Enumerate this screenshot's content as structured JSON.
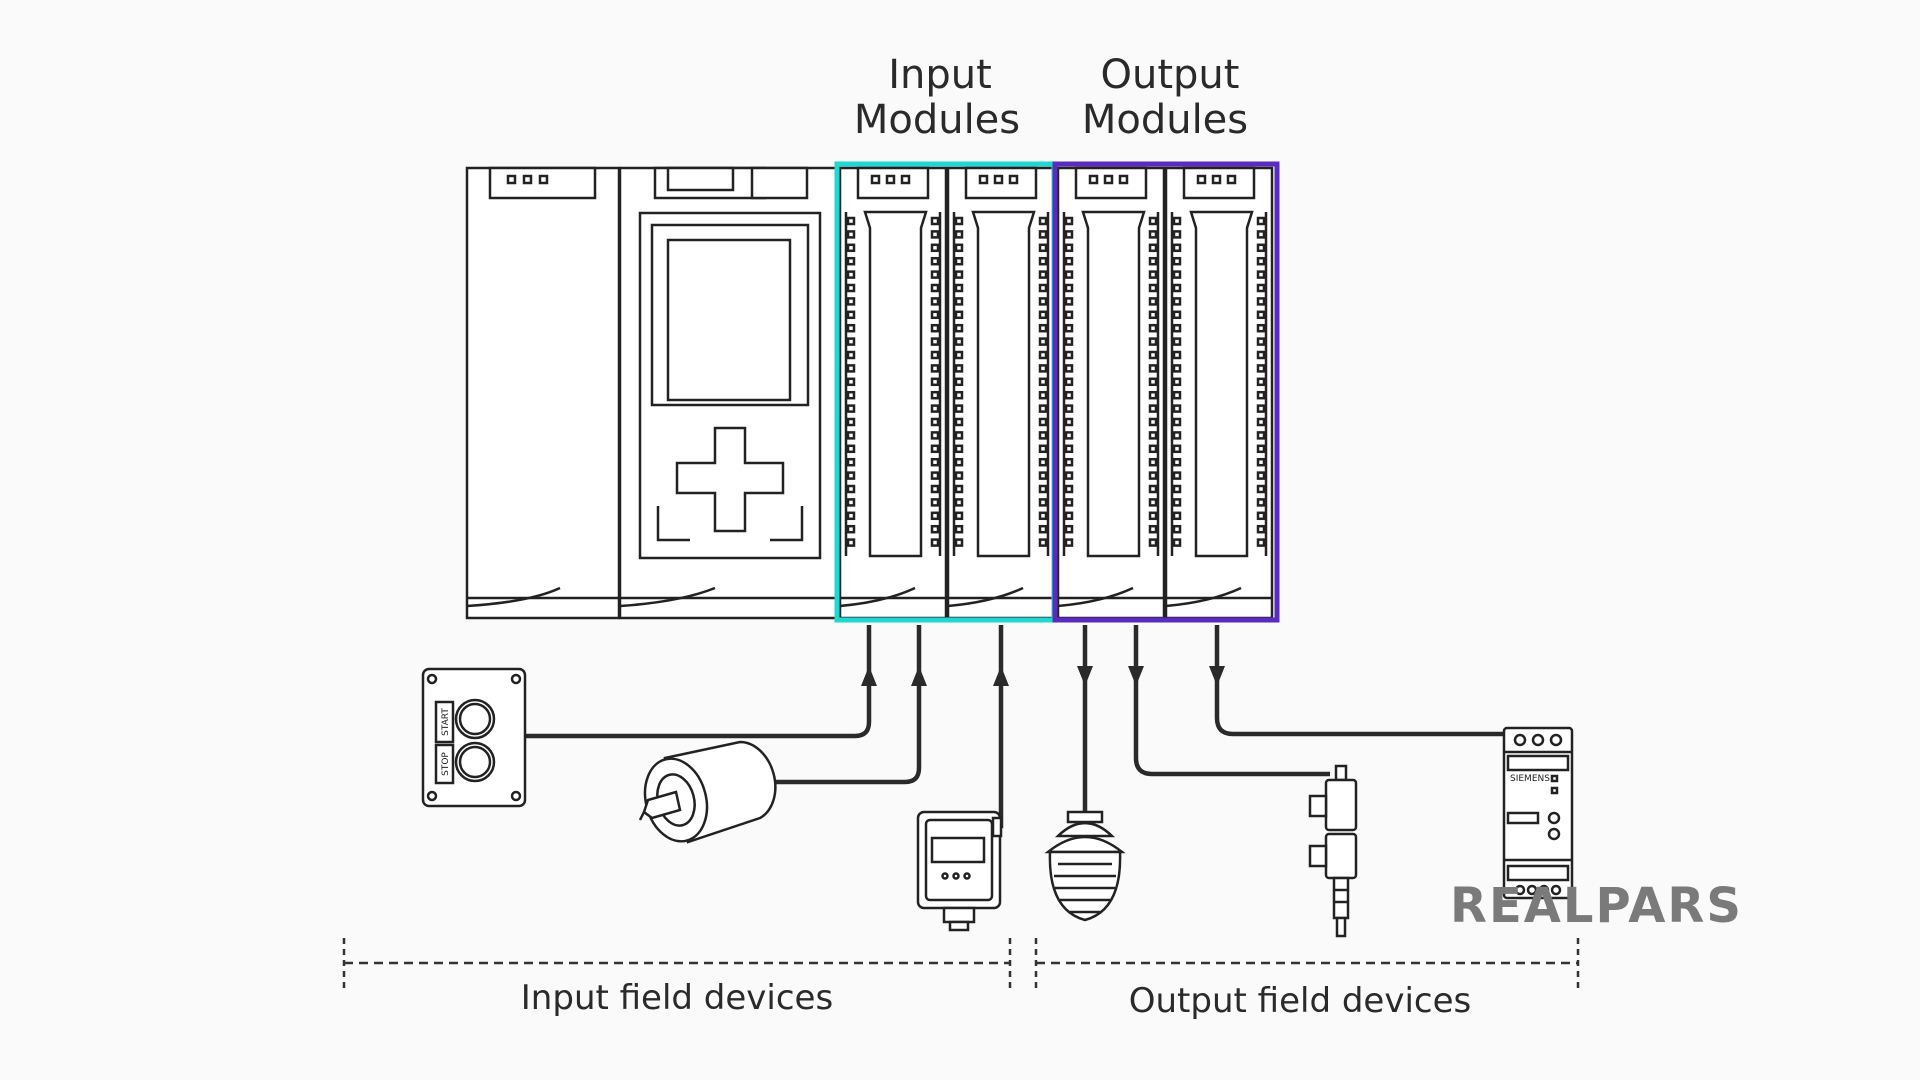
{
  "titles": {
    "input_modules": [
      "Input",
      "Modules"
    ],
    "output_modules": [
      "Output",
      "Modules"
    ]
  },
  "captions": {
    "input_devices": "Input field devices",
    "output_devices": "Output field devices"
  },
  "device_labels": {
    "start": "START",
    "stop": "STOP",
    "manufacturer": "SIEMENS"
  },
  "brand": "REALPARS",
  "colors": {
    "input_highlight": "#1fd8cf",
    "output_highlight": "#5a2bbf",
    "line": "#222222",
    "background": "#fafafa"
  }
}
